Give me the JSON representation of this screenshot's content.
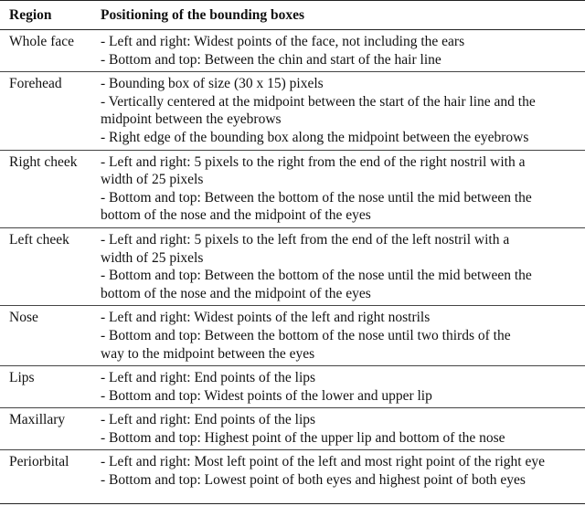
{
  "table": {
    "header": {
      "region": "Region",
      "positioning": "Positioning of the bounding boxes"
    },
    "rows": [
      {
        "region": "Whole face",
        "lines": [
          "- Left and right:  Widest points of the face, not including the ears",
          "- Bottom and top:  Between the chin and start of the hair line"
        ]
      },
      {
        "region": "Forehead",
        "lines": [
          "- Bounding box of size (30 x 15) pixels",
          "- Vertically centered at the midpoint between the start of the hair line and the",
          "midpoint between the eyebrows",
          "- Right edge of the bounding box along the midpoint between the eyebrows"
        ]
      },
      {
        "region": "Right cheek",
        "lines": [
          "- Left and right:  5 pixels to the right from the end of the right nostril with a",
          "width of 25 pixels",
          "- Bottom and top: Between the bottom of the nose until the mid between the",
          "bottom of the nose and the midpoint of the eyes"
        ]
      },
      {
        "region": "Left cheek",
        "lines": [
          "- Left and right:  5 pixels to the left from the end of the left nostril with a",
          "width of 25 pixels",
          "- Bottom and top: Between the bottom of the nose until the mid between the",
          "bottom of the nose and the midpoint of the eyes"
        ]
      },
      {
        "region": "Nose",
        "lines": [
          "- Left and right:  Widest points of the left and right nostrils",
          "- Bottom and top: Between the bottom of the nose until two thirds of the",
          "way to the midpoint between the eyes"
        ]
      },
      {
        "region": "Lips",
        "lines": [
          "- Left and right:  End points of the lips",
          "- Bottom and top:  Widest points of the lower and upper lip"
        ]
      },
      {
        "region": "Maxillary",
        "lines": [
          "- Left and right:  End points of the lips",
          "- Bottom and top:  Highest point of the upper lip and bottom of the nose"
        ]
      },
      {
        "region": "Periorbital",
        "lines": [
          "- Left and right:  Most left point of the left and most right point of the right eye",
          "- Bottom and top:  Lowest point of both eyes and highest point of both eyes"
        ]
      }
    ]
  }
}
